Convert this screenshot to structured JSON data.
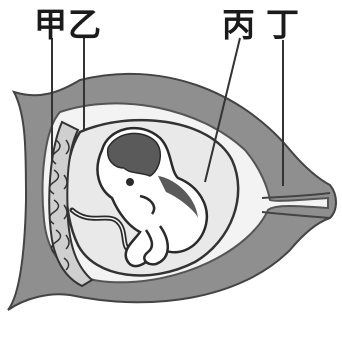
{
  "labels": {
    "jia": "甲",
    "yi": "乙",
    "bing": "丙",
    "ding": "丁"
  },
  "colors": {
    "uterus_wall": "#8f8f8f",
    "uterus_inner_edge": "#555555",
    "cavity": "#f3f3f3",
    "amniotic_fluid": "#e9e9e9",
    "fetus_outline": "#2a2a2a",
    "fetus_shadow": "#5a5a5a",
    "placenta": "#cfcfcf",
    "leader_line": "#333333"
  }
}
